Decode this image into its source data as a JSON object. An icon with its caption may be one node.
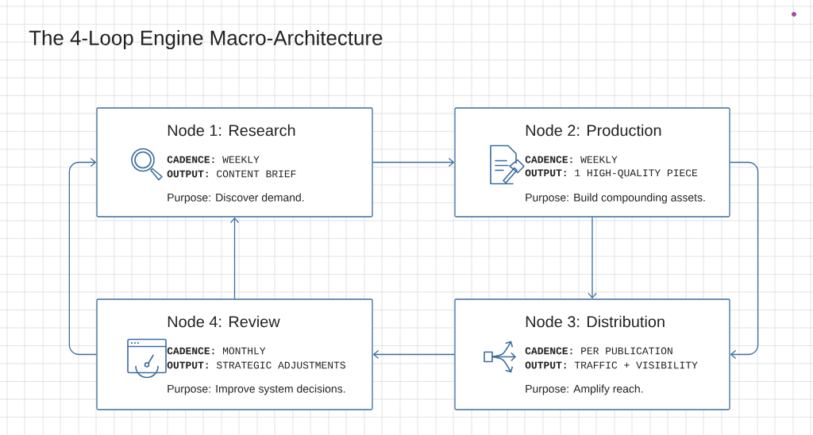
{
  "diagram": {
    "title": "The 4-Loop Engine Macro-Architecture",
    "nodes": [
      {
        "text": [
          "Node 1: Research",
          "**CADENCE:** WEEKLY",
          "**OUTPUT:** CONTENT BRIEF",
          "Purpose: Discover demand."
        ]
      },
      {
        "text": [
          "Node 2: Production",
          "**CADENCE:** WEEKLY",
          "**OUTPUT:** 1 HIGH-QUALITY PIECE",
          "Purpose: Build compounding assets."
        ]
      },
      {
        "text": [
          "Node 3: Distribution",
          "**CADENCE:** PER PUBLICATION",
          "**OUTPUT:** TRAFFIC + VISIBILITY",
          "Purpose: Amplify reach."
        ]
      },
      {
        "text": [
          "Node 4: Review",
          "**CADENCE:** MONTHLY",
          "**OUTPUT:** STRATEGIC ADJUSTMENTS",
          "Purpose: Improve system decisions."
        ]
      }
    ],
    "edges": [
      {
        "from": 0,
        "to": 1,
        "arrow": "to"
      },
      {
        "from": 1,
        "to": 2,
        "arrow": "to"
      },
      {
        "from": 1,
        "to": 2,
        "arrow": "to"
      },
      {
        "from": 2,
        "to": 3,
        "arrow": "to"
      },
      {
        "from": 3,
        "to": 0,
        "arrow": "to"
      },
      {
        "from": 3,
        "to": 0,
        "arrow": "to"
      }
    ]
  }
}
